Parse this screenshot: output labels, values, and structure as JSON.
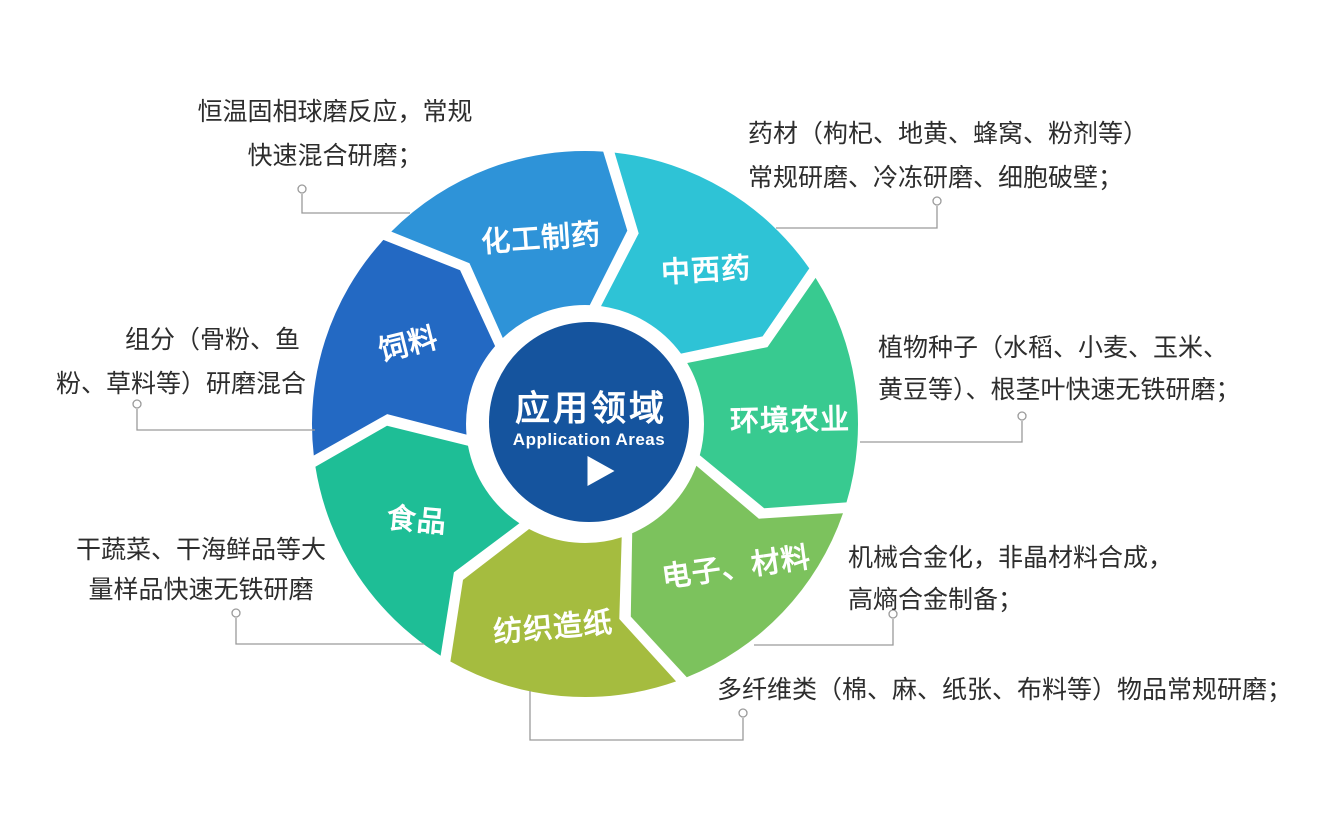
{
  "diagram": {
    "center": {
      "title_zh": "应用领域",
      "title_en": "Application Areas",
      "color": "#15549E",
      "play_icon": "play-triangle"
    },
    "segments": [
      {
        "label": "化工制药",
        "color": "#2E93D8"
      },
      {
        "label": "中西药",
        "color": "#2EC3D6"
      },
      {
        "label": "环境农业",
        "color": "#38CA90"
      },
      {
        "label": "电子、材料",
        "color": "#7CC25D"
      },
      {
        "label": "纺织造纸",
        "color": "#A5BC3F"
      },
      {
        "label": "食品",
        "color": "#1EBE96"
      },
      {
        "label": "饲料",
        "color": "#2369C3"
      }
    ],
    "notes": [
      {
        "lines": [
          "恒温固相球磨反应，常规",
          "快速混合研磨；"
        ]
      },
      {
        "lines": [
          "药材（枸杞、地黄、蜂窝、粉剂等）",
          "常规研磨、冷冻研磨、细胞破壁；"
        ]
      },
      {
        "lines": [
          "组分（骨粉、鱼",
          "粉、草料等）研磨混合"
        ]
      },
      {
        "lines": [
          "植物种子（水稻、小麦、玉米、",
          "黄豆等）、根茎叶快速无铁研磨；"
        ]
      },
      {
        "lines": [
          "干蔬菜、干海鲜品等大",
          "量样品快速无铁研磨"
        ]
      },
      {
        "lines": [
          "机械合金化，非晶材料合成，",
          "高熵合金制备；"
        ]
      },
      {
        "lines": [
          "多纤维类（棉、麻、纸张、布料等）物品常规研磨；"
        ]
      }
    ],
    "connector_color": "#9a9a9a",
    "text_color": "#2d2d2d"
  }
}
